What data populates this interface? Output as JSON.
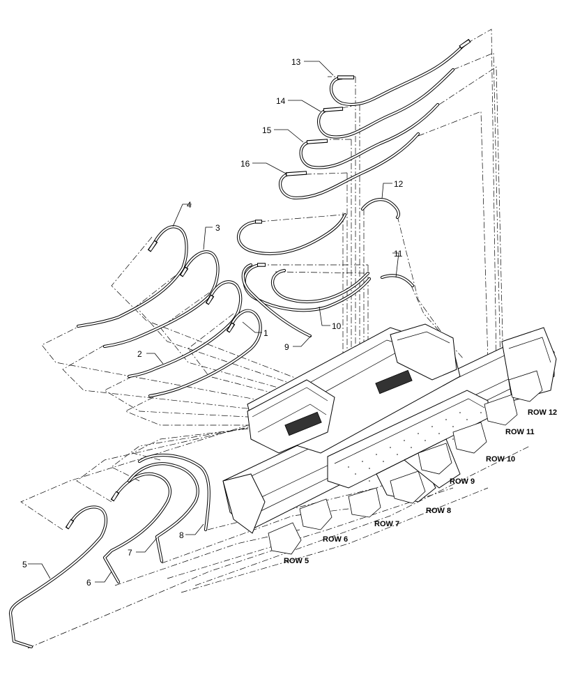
{
  "callouts": [
    {
      "num": "1"
    },
    {
      "num": "2"
    },
    {
      "num": "3"
    },
    {
      "num": "4"
    },
    {
      "num": "5"
    },
    {
      "num": "6"
    },
    {
      "num": "7"
    },
    {
      "num": "8"
    },
    {
      "num": "9"
    },
    {
      "num": "10"
    },
    {
      "num": "11"
    },
    {
      "num": "12"
    },
    {
      "num": "13"
    },
    {
      "num": "14"
    },
    {
      "num": "15"
    },
    {
      "num": "16"
    }
  ],
  "row_labels": [
    {
      "label": "ROW 5"
    },
    {
      "label": "ROW 6"
    },
    {
      "label": "ROW 7"
    },
    {
      "label": "ROW 8"
    },
    {
      "label": "ROW 9"
    },
    {
      "label": "ROW 10"
    },
    {
      "label": "ROW 11"
    },
    {
      "label": "ROW 12"
    }
  ]
}
